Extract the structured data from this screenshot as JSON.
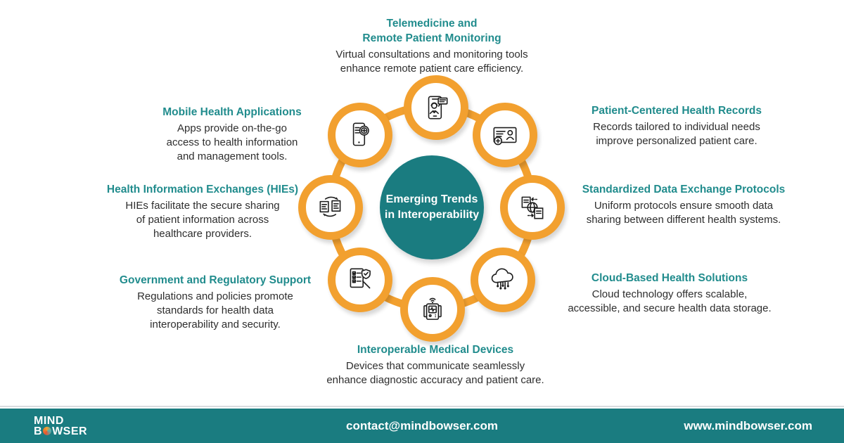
{
  "colors": {
    "teal": "#1A7C80",
    "heading_teal": "#218C8D",
    "orange": "#F2A02F",
    "body_text": "#2e2e2e",
    "footer_bg": "#1A7C80"
  },
  "center": {
    "title": "Emerging Trends\nin Interoperability"
  },
  "trends": [
    {
      "icon": "telemedicine-phone-icon",
      "title": "Telemedicine and\nRemote Patient Monitoring",
      "description": "Virtual consultations and monitoring tools\nenhance remote patient care efficiency."
    },
    {
      "icon": "patient-record-icon",
      "title": "Patient-Centered Health Records",
      "description": "Records tailored to individual needs\nimprove personalized patient care."
    },
    {
      "icon": "data-exchange-globe-icon",
      "title": "Standardized Data Exchange Protocols",
      "description": "Uniform protocols ensure smooth data\nsharing between different health systems."
    },
    {
      "icon": "cloud-circuit-icon",
      "title": "Cloud-Based Health Solutions",
      "description": "Cloud technology offers scalable,\naccessible, and secure health data storage."
    },
    {
      "icon": "medical-device-icon",
      "title": "Interoperable Medical Devices",
      "description": "Devices that communicate seamlessly\nenhance diagnostic accuracy and patient care."
    },
    {
      "icon": "regulatory-checklist-icon",
      "title": "Government and Regulatory Support",
      "description": "Regulations and policies promote\nstandards for health data\ninteroperability and security."
    },
    {
      "icon": "document-exchange-icon",
      "title": "Health Information Exchanges (HIEs)",
      "description": "HIEs facilitate the secure sharing\nof patient information across\nhealthcare providers."
    },
    {
      "icon": "mobile-health-icon",
      "title": "Mobile Health Applications",
      "description": "Apps provide on-the-go\naccess to health information\nand management tools."
    }
  ],
  "footer": {
    "logo_line1": "MIND",
    "logo_line2_left": "B",
    "logo_line2_right": "WSER",
    "email": "contact@mindbowser.com",
    "website": "www.mindbowser.com"
  }
}
